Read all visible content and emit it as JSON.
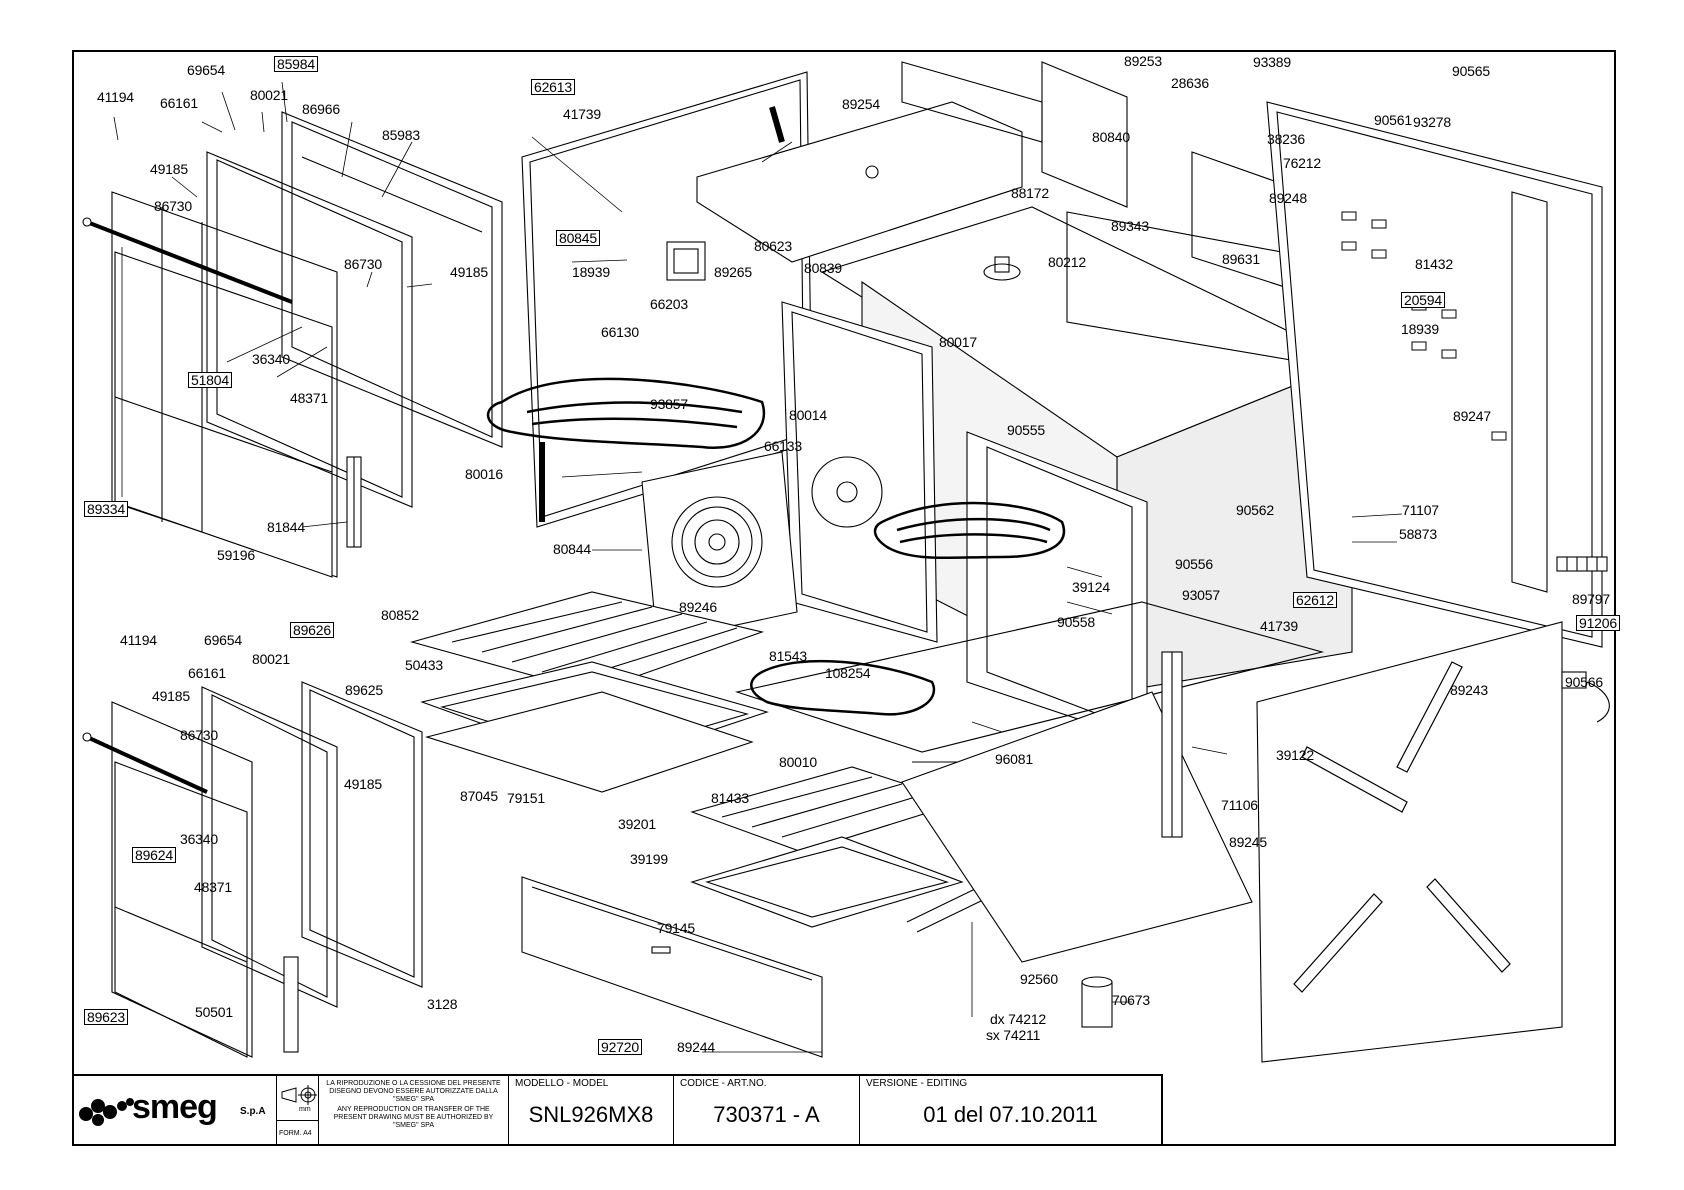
{
  "title_block": {
    "brand": "smeg",
    "brand_suffix": "S.p.A",
    "unit": "mm",
    "format": "FORM. A4",
    "notice_it": "LA RIPRODUZIONE O LA CESSIONE DEL PRESENTE DISEGNO DEVONO ESSERE AUTORIZZATE DALLA \"SMEG\" SPA",
    "notice_en": "ANY REPRODUCTION OR TRANSFER OF THE PRESENT DRAWING MUST BE AUTHORIZED BY \"SMEG\" SPA",
    "model_caption": "MODELLO - MODEL",
    "model": "SNL926MX8",
    "code_caption": "CODICE - ART.NO.",
    "code": "730371 - A",
    "version_caption": "VERSIONE - EDITING",
    "version": "01 del 07.10.2011"
  },
  "part_labels": [
    {
      "text": "41194"
    },
    {
      "text": "69654"
    },
    {
      "text": "85984",
      "boxed": true
    },
    {
      "text": "66161"
    },
    {
      "text": "80021"
    },
    {
      "text": "86966"
    },
    {
      "text": "85983"
    },
    {
      "text": "49185"
    },
    {
      "text": "86730"
    },
    {
      "text": "86730"
    },
    {
      "text": "49185"
    },
    {
      "text": "51804",
      "boxed": true
    },
    {
      "text": "36340"
    },
    {
      "text": "48371"
    },
    {
      "text": "89334",
      "boxed": true
    },
    {
      "text": "81844"
    },
    {
      "text": "59196"
    },
    {
      "text": "41194"
    },
    {
      "text": "69654"
    },
    {
      "text": "89626",
      "boxed": true
    },
    {
      "text": "66161"
    },
    {
      "text": "80021"
    },
    {
      "text": "49185"
    },
    {
      "text": "89625"
    },
    {
      "text": "86730"
    },
    {
      "text": "49185"
    },
    {
      "text": "89624",
      "boxed": true
    },
    {
      "text": "36340"
    },
    {
      "text": "48371"
    },
    {
      "text": "89623",
      "boxed": true
    },
    {
      "text": "50501"
    },
    {
      "text": "3128"
    },
    {
      "text": "62613",
      "boxed": true
    },
    {
      "text": "41739"
    },
    {
      "text": "80845",
      "boxed": true
    },
    {
      "text": "18939"
    },
    {
      "text": "89254"
    },
    {
      "text": "80623"
    },
    {
      "text": "89265"
    },
    {
      "text": "80839"
    },
    {
      "text": "66203"
    },
    {
      "text": "66130"
    },
    {
      "text": "80017"
    },
    {
      "text": "93857"
    },
    {
      "text": "80014"
    },
    {
      "text": "66133"
    },
    {
      "text": "80016"
    },
    {
      "text": "80844"
    },
    {
      "text": "89246"
    },
    {
      "text": "81543"
    },
    {
      "text": "80852"
    },
    {
      "text": "50433"
    },
    {
      "text": "108254"
    },
    {
      "text": "80010"
    },
    {
      "text": "96081"
    },
    {
      "text": "81433"
    },
    {
      "text": "87045"
    },
    {
      "text": "79151"
    },
    {
      "text": "39201"
    },
    {
      "text": "39199"
    },
    {
      "text": "79145"
    },
    {
      "text": "92720",
      "boxed": true
    },
    {
      "text": "89244"
    },
    {
      "text": "92560"
    },
    {
      "text": "70673"
    },
    {
      "text": "dx 74212"
    },
    {
      "text": "sx 74211"
    },
    {
      "text": "89253"
    },
    {
      "text": "28636"
    },
    {
      "text": "80840"
    },
    {
      "text": "88172"
    },
    {
      "text": "89343"
    },
    {
      "text": "80212"
    },
    {
      "text": "89631"
    },
    {
      "text": "90555"
    },
    {
      "text": "90562"
    },
    {
      "text": "90556"
    },
    {
      "text": "39124"
    },
    {
      "text": "93057"
    },
    {
      "text": "90558"
    },
    {
      "text": "39122"
    },
    {
      "text": "71106"
    },
    {
      "text": "89245"
    },
    {
      "text": "62612",
      "boxed": true
    },
    {
      "text": "41739"
    },
    {
      "text": "58873"
    },
    {
      "text": "71107"
    },
    {
      "text": "93389"
    },
    {
      "text": "38236"
    },
    {
      "text": "76212"
    },
    {
      "text": "89248"
    },
    {
      "text": "90565"
    },
    {
      "text": "90561"
    },
    {
      "text": "93278"
    },
    {
      "text": "81432"
    },
    {
      "text": "20594",
      "boxed": true
    },
    {
      "text": "18939"
    },
    {
      "text": "89247"
    },
    {
      "text": "89797"
    },
    {
      "text": "91206",
      "boxed": true
    },
    {
      "text": "90566"
    },
    {
      "text": "89243"
    }
  ]
}
